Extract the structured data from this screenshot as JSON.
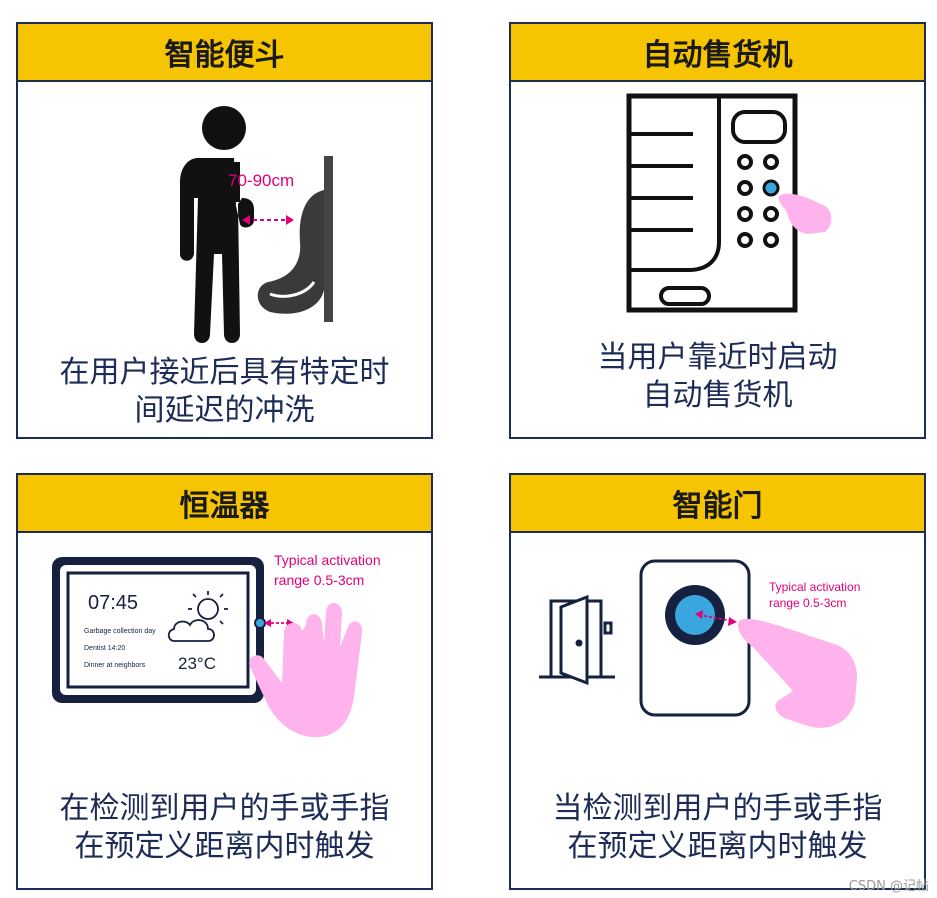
{
  "colors": {
    "header_bg": "#f6c400",
    "border": "#1c2c57",
    "caption": "#1c2c57",
    "accent_magenta": "#e0007a",
    "hand_pink": "#ffb3ec",
    "button_blue": "#3aa6de"
  },
  "cards": {
    "urinal": {
      "title": "智能便斗",
      "distance_label": "70-90cm",
      "caption_line1": "在用户接近后具有特定时",
      "caption_line2": "间延迟的冲洗"
    },
    "vending": {
      "title": "自动售货机",
      "caption_line1": "当用户靠近时启动",
      "caption_line2": "自动售货机"
    },
    "thermostat": {
      "title": "恒温器",
      "range_line1": "Typical activation",
      "range_line2": "range 0.5-3cm",
      "screen": {
        "time": "07:45",
        "item1": "Garbage  collection day",
        "item2": "Dentist  14:20",
        "item3": "Dinner  at neighbors",
        "temperature": "23°C"
      },
      "caption_line1": "在检测到用户的手或手指",
      "caption_line2": "在预定义距离内时触发"
    },
    "door": {
      "title": "智能门",
      "range_line1": "Typical activation",
      "range_line2": "range 0.5-3cm",
      "caption_line1": "当检测到用户的手或手指",
      "caption_line2": "在预定义距离内时触发"
    }
  },
  "watermark": "CSDN @记帖"
}
